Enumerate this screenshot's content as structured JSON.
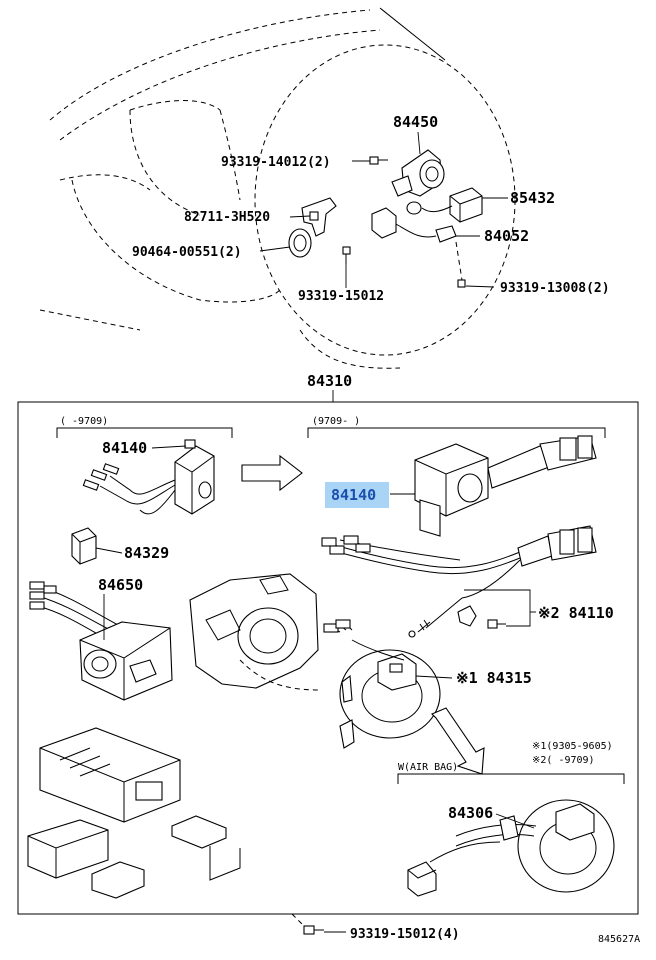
{
  "labels": {
    "p84450": "84450",
    "p93319_14012": "93319-14012(2)",
    "p85432": "85432",
    "p82711": "82711-3H520",
    "p84052": "84052",
    "p90464": "90464-00551(2)",
    "p93319_15012_top": "93319-15012",
    "p93319_13008": "93319-13008(2)",
    "p84310": "84310",
    "range_left": "(   -9709)",
    "range_right": "(9709-    )",
    "p84140_left": "84140",
    "p84140_right": "84140",
    "p84329": "84329",
    "p84650": "84650",
    "p84110": "※2 84110",
    "p84315": "※1 84315",
    "note1": "※1(9305-9605)",
    "note2": "※2(     -9709)",
    "w_airbag": "W(AIR BAG)",
    "p84306": "84306",
    "p93319_15012_bottom": "93319-15012(4)",
    "diagram_code": "845627A"
  },
  "colors": {
    "highlight_fill": "#a9d4f5",
    "highlight_text": "#1a4fb0"
  }
}
